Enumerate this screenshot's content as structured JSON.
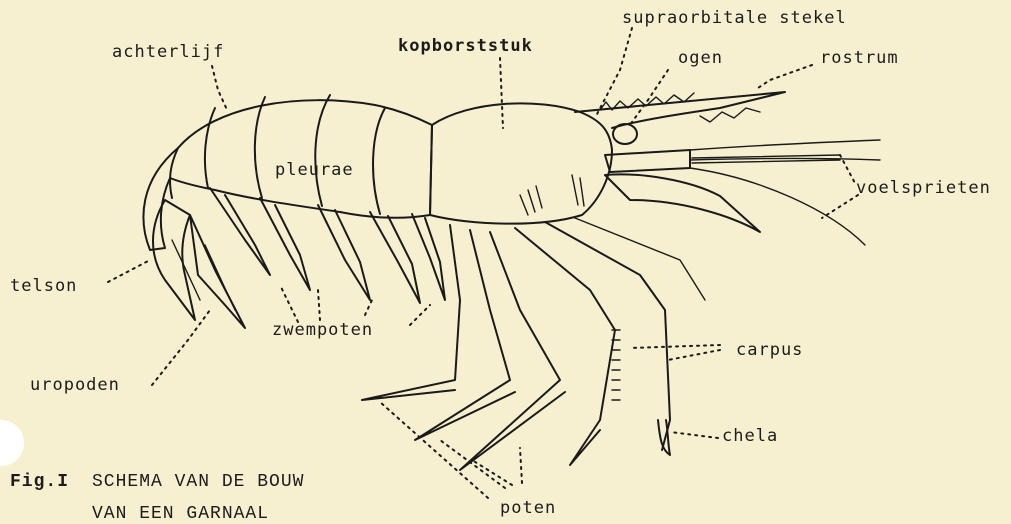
{
  "labels": {
    "supraorbitale_stekel": "supraorbitale stekel",
    "achterlijf": "achterlijf",
    "kopborststuk": "kopborststuk",
    "ogen": "ogen",
    "rostrum": "rostrum",
    "pleurae": "pleurae",
    "voelsprieten": "voelsprieten",
    "telson": "telson",
    "zwempoten": "zwempoten",
    "carpus": "carpus",
    "uropoden": "uropoden",
    "chela": "chela",
    "poten": "poten"
  },
  "caption": {
    "fig": "Fig.I",
    "line1": "SCHEMA VAN DE BOUW",
    "line2": "VAN EEN GARNAAL"
  },
  "colors": {
    "paper": "#f6efd0",
    "ink": "#1a1a1a"
  }
}
